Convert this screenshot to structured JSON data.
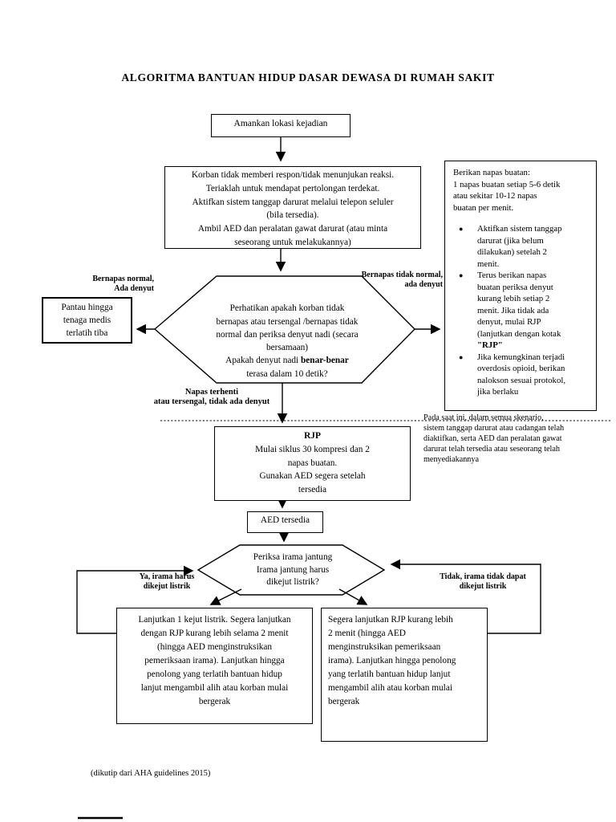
{
  "page": {
    "title": "ALGORITMA BANTUAN HIDUP DASAR DEWASA DI RUMAH SAKIT",
    "attribution": "(dikutip dari AHA guidelines 2015)"
  },
  "flow": {
    "start_box": "Amankan lokasi kejadian",
    "no_response_box": "Korban tidak memberi respon/tidak menunjukan reaksi.\nTeriaklah untuk mendapat pertolongan terdekat.\nAktifkan sistem tanggap darurat melalui telepon seluler\n(bila tersedia).\nAmbil AED dan peralatan gawat darurat (atau minta\nseseorang untuk melakukannya)",
    "breathing_decision": {
      "before": "Perhatikan apakah korban tidak\nbernapas atau tersengal /bernapas tidak\nnormal dan periksa denyut nadi (secara\nbersamaan)\nApakah denyut nadi ",
      "bold": "benar-benar",
      "after": "\nterasa dalam 10 detik?"
    },
    "label_normal_breathing": "Bernapas normal,\nAda denyut",
    "monitor_box": "Pantau hingga\ntenaga medis\nterlatih tiba",
    "label_abnormal_breathing": "Bernapas tidak normal,\nada denyut",
    "rescue_breathing_box": {
      "intro": "Berikan napas buatan:\n1 napas buatan setiap 5-6 detik\natau sekitar 10-12 napas\nbuatan per menit.",
      "bullet_marker": "●",
      "bullets": [
        {
          "text": "Aktifkan sistem tanggap\ndarurat (jika belum\ndilakukan) setelah 2\nmenit."
        },
        {
          "text": "Terus berikan napas\nbuatan periksa denyut\nkurang lebih setiap 2\nmenit. Jika tidak ada\ndenyut, mulai RJP\n(lanjutkan dengan kotak\n",
          "bold": "\"RJP\""
        },
        {
          "text": "Jika kemungkinan terjadi\noverdosis opioid, berikan\nnalokson sesuai protokol,\njika berlaku"
        }
      ]
    },
    "label_no_breathing": "Napas terhenti\natau tersengal, tidak ada denyut",
    "scenario_note": "Pada saat ini, dalam semua skenario,\nsistem tanggap darurat atau cadangan telah\ndiaktifkan, serta AED dan peralatan gawat\ndarurat telah tersedia atau seseorang telah\nmenyediakannya",
    "rjp_box": {
      "title": "RJP",
      "body": "Mulai siklus 30 kompresi dan 2\nnapas buatan.\nGunakan AED segera setelah\ntersedia"
    },
    "aed_box": "AED tersedia",
    "rhythm_decision": "Periksa irama jantung\nIrama jantung harus\ndikejut listrik?",
    "label_shockable": "Ya, irama harus\ndikejut listrik",
    "label_not_shockable": "Tidak, irama tidak dapat\ndikejut listrik",
    "shock_box": "Lanjutkan 1 kejut listrik. Segera lanjutkan\ndengan RJP kurang lebih selama 2 menit\n(hingga AED menginstruksikan\npemeriksaan irama). Lanjutkan hingga\npenolong yang terlatih bantuan hidup\nlanjut mengambil alih atau korban mulai\nbergerak",
    "cpr_box": "Segera lanjutkan RJP kurang lebih\n2 menit (hingga AED\nmenginstruksikan pemeriksaan\nirama). Lanjutkan hingga penolong\nyang terlatih bantuan hidup lanjut\nmengambil alih atau korban mulai\nbergerak"
  },
  "colors": {
    "ink": "#000000",
    "paper": "#ffffff"
  }
}
